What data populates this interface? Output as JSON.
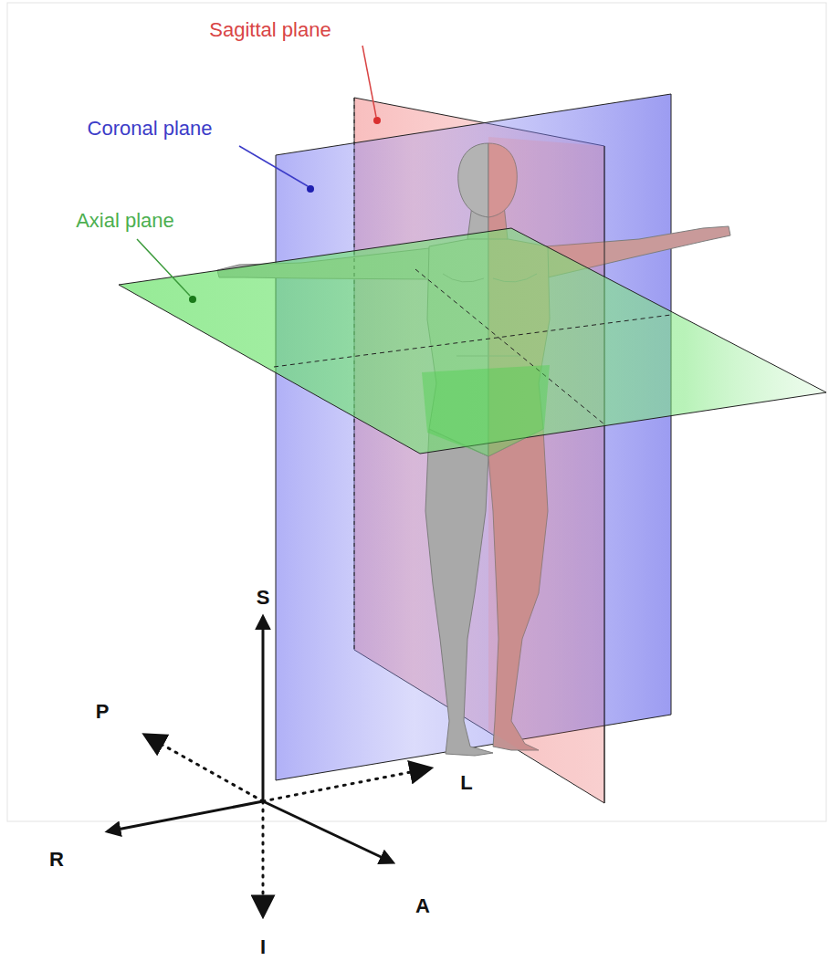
{
  "diagram": {
    "labels": [
      "Sagittal plane",
      "Coronal plane",
      "Axial plane",
      "S",
      "P",
      "L",
      "R",
      "A",
      "I"
    ]
  }
}
